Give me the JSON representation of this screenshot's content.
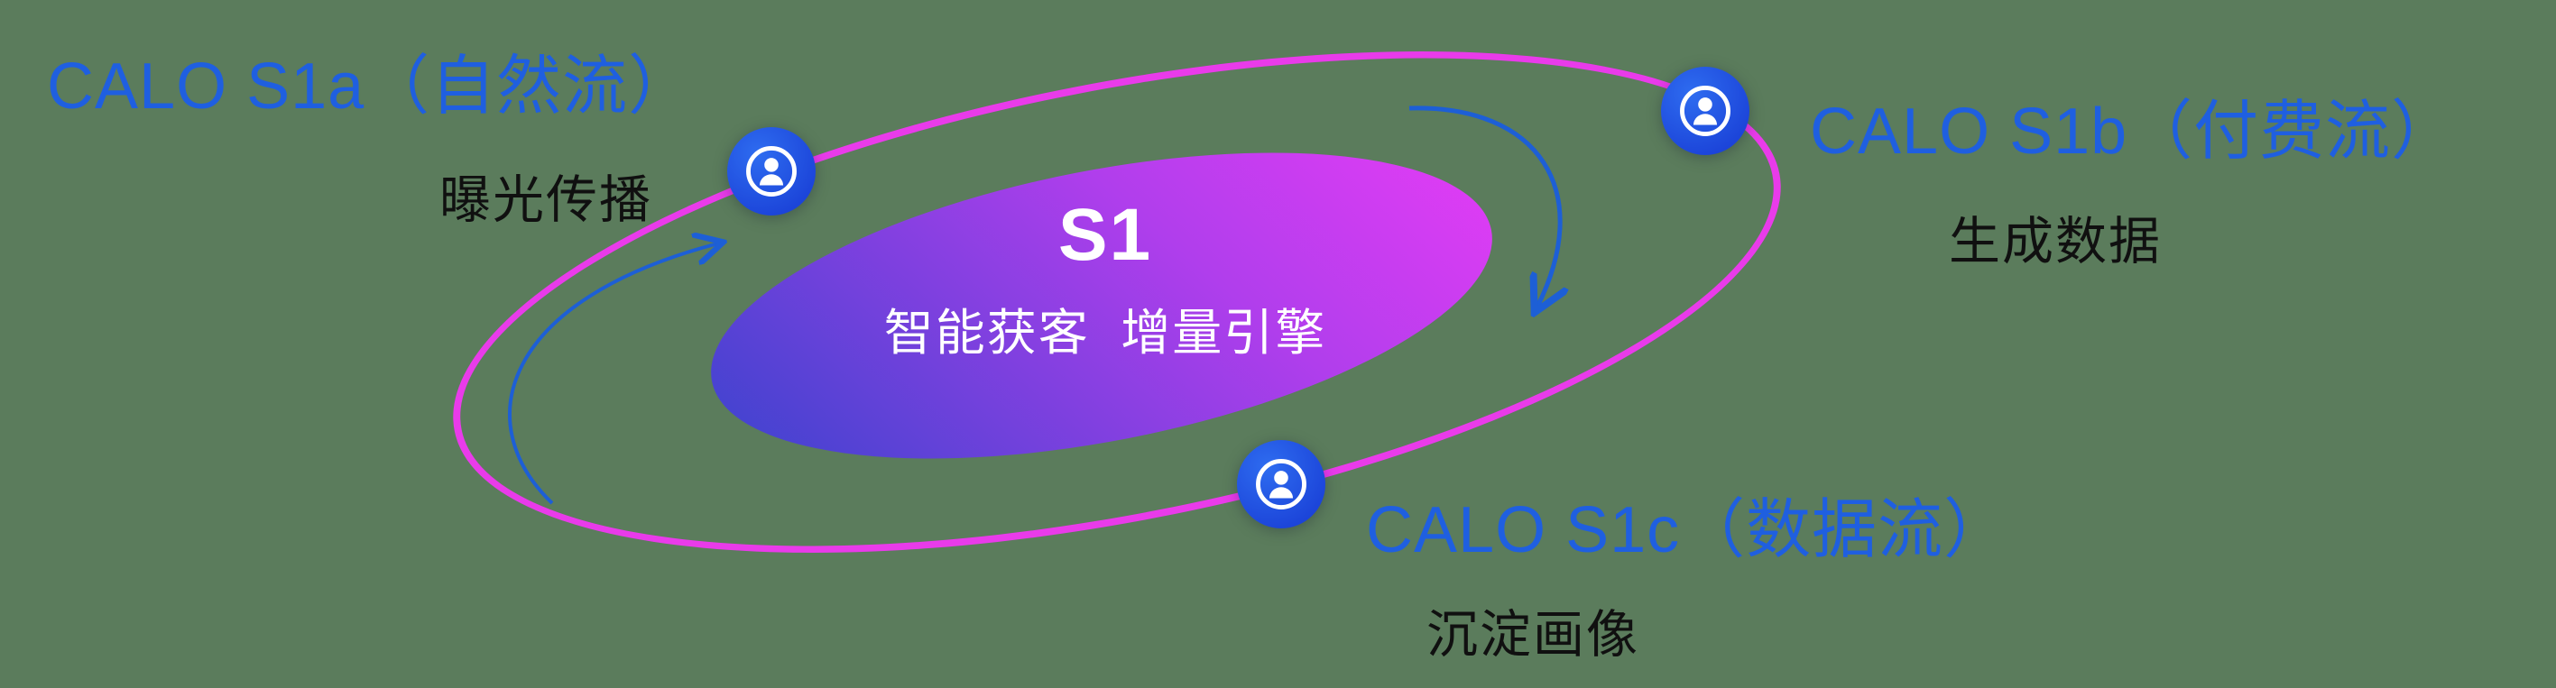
{
  "center": {
    "title": "S1",
    "subtitle": "智能获客  增量引擎"
  },
  "nodes": [
    {
      "id": "s1a",
      "label": "CALO S1a（自然流）",
      "sublabel": "曝光传播",
      "icon": "person-circle-icon"
    },
    {
      "id": "s1b",
      "label": "CALO S1b（付费流）",
      "sublabel": "生成数据",
      "icon": "person-circle-icon"
    },
    {
      "id": "s1c",
      "label": "CALO S1c（数据流）",
      "sublabel": "沉淀画像",
      "icon": "person-circle-icon"
    }
  ],
  "colors": {
    "background": "#5b7c5c",
    "orbit_ring": "#e93bea",
    "node_fill": "#1a49dc",
    "label_blue": "#1f5fe0",
    "label_dark": "#101010",
    "core_gradient_start": "#4543d0",
    "core_gradient_end": "#e93cf6",
    "core_text": "#ffffff",
    "arrow": "#1d5fd6"
  }
}
